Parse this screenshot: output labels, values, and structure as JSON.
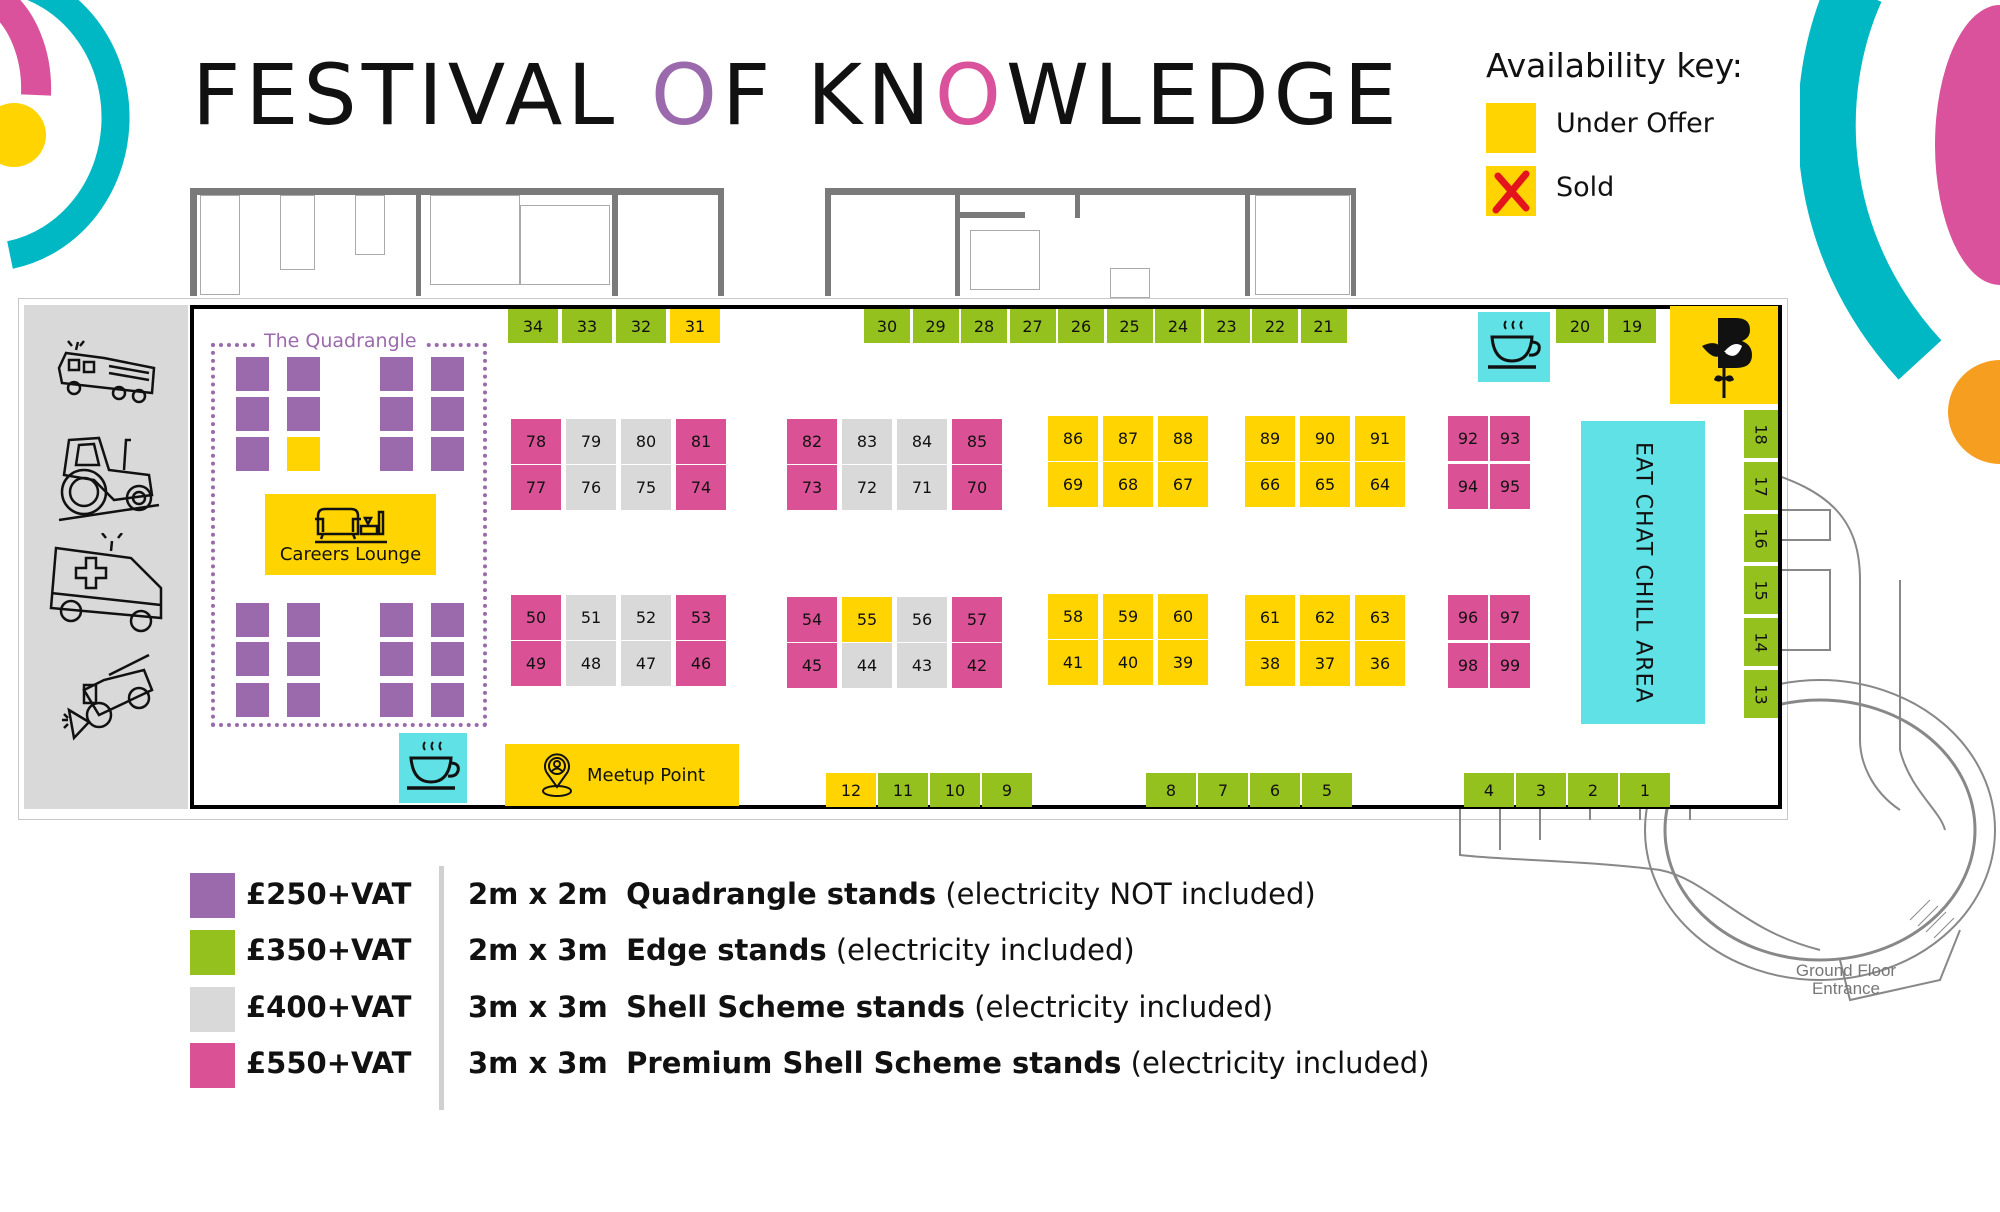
{
  "header": {
    "title_parts": [
      "FESTIVAL ",
      "O",
      "F KN",
      "O",
      "WLEDGE"
    ]
  },
  "availability_key": {
    "title": "Availability key:",
    "items": [
      {
        "label": "Under Offer",
        "color": "#ffd400",
        "icon": "yellow-square"
      },
      {
        "label": "Sold",
        "color": "#ffd400",
        "icon": "red-cross-icon"
      }
    ]
  },
  "colors": {
    "quadrangle": "#9b6aac",
    "edge": "#95c11f",
    "shell": "#d9d9d9",
    "premium": "#da5295",
    "under_offer": "#ffd400",
    "facility": "#5fe1e5",
    "sold_cross": "#e3141b",
    "deco_teal": "#00b8c4",
    "deco_pink": "#d9529b",
    "deco_orange": "#f59e1f"
  },
  "floorplan": {
    "quadrangle_label": "The Quadrangle",
    "careers_lounge": "Careers Lounge",
    "meetup_point": "Meetup Point",
    "eat_chat_chill": "EAT CHAT CHILL AREA",
    "ground_floor_entrance": [
      "Ground Floor",
      "Entrance"
    ],
    "vehicle_icons": [
      "fire-engine-icon",
      "tractor-icon",
      "ambulance-icon",
      "combine-harvester-icon"
    ],
    "stands": {
      "top_left_edge": [
        {
          "n": "34",
          "type": "edge"
        },
        {
          "n": "33",
          "type": "edge"
        },
        {
          "n": "32",
          "type": "edge"
        },
        {
          "n": "31",
          "type": "under_offer"
        }
      ],
      "top_middle_edge": [
        {
          "n": "30",
          "type": "edge"
        },
        {
          "n": "29",
          "type": "edge"
        },
        {
          "n": "28",
          "type": "edge"
        },
        {
          "n": "27",
          "type": "edge"
        },
        {
          "n": "26",
          "type": "edge"
        },
        {
          "n": "25",
          "type": "edge"
        },
        {
          "n": "24",
          "type": "edge"
        },
        {
          "n": "23",
          "type": "edge"
        },
        {
          "n": "22",
          "type": "edge"
        },
        {
          "n": "21",
          "type": "edge"
        }
      ],
      "top_right_edge": [
        {
          "n": "20",
          "type": "edge"
        },
        {
          "n": "19",
          "type": "edge"
        }
      ],
      "right_edge": [
        {
          "n": "18",
          "type": "edge"
        },
        {
          "n": "17",
          "type": "edge"
        },
        {
          "n": "16",
          "type": "edge"
        },
        {
          "n": "15",
          "type": "edge"
        },
        {
          "n": "14",
          "type": "edge"
        },
        {
          "n": "13",
          "type": "edge"
        }
      ],
      "bottom_edge_a": [
        {
          "n": "12",
          "type": "under_offer"
        },
        {
          "n": "11",
          "type": "edge"
        },
        {
          "n": "10",
          "type": "edge"
        },
        {
          "n": "9",
          "type": "edge"
        }
      ],
      "bottom_edge_b": [
        {
          "n": "8",
          "type": "edge"
        },
        {
          "n": "7",
          "type": "edge"
        },
        {
          "n": "6",
          "type": "edge"
        },
        {
          "n": "5",
          "type": "edge"
        }
      ],
      "bottom_edge_c": [
        {
          "n": "4",
          "type": "edge"
        },
        {
          "n": "3",
          "type": "edge"
        },
        {
          "n": "2",
          "type": "edge"
        },
        {
          "n": "1",
          "type": "edge"
        }
      ],
      "block_a_upper": [
        [
          "78",
          "79",
          "80",
          "81"
        ],
        [
          "77",
          "76",
          "75",
          "74"
        ]
      ],
      "block_b_upper": [
        [
          "82",
          "83",
          "84",
          "85"
        ],
        [
          "73",
          "72",
          "71",
          "70"
        ]
      ],
      "block_c_upper": [
        [
          "86",
          "87",
          "88"
        ],
        [
          "69",
          "68",
          "67"
        ]
      ],
      "block_d_upper": [
        [
          "89",
          "90",
          "91"
        ],
        [
          "66",
          "65",
          "64"
        ]
      ],
      "block_e_upper": [
        [
          "92",
          "93"
        ],
        [
          "94",
          "95"
        ]
      ],
      "block_a_lower": [
        [
          "50",
          "51",
          "52",
          "53"
        ],
        [
          "49",
          "48",
          "47",
          "46"
        ]
      ],
      "block_b_lower": [
        [
          "54",
          "55",
          "56",
          "57"
        ],
        [
          "45",
          "44",
          "43",
          "42"
        ]
      ],
      "block_c_lower": [
        [
          "58",
          "59",
          "60"
        ],
        [
          "41",
          "40",
          "39"
        ]
      ],
      "block_d_lower": [
        [
          "61",
          "62",
          "63"
        ],
        [
          "38",
          "37",
          "36"
        ]
      ],
      "block_e_lower": [
        [
          "96",
          "97"
        ],
        [
          "98",
          "99"
        ]
      ],
      "quadrangle_stands_count": 24,
      "quadrangle_under_offer_count": 1
    }
  },
  "price_legend": [
    {
      "price": "£250+VAT",
      "size": "2m x 2m",
      "name": "Quadrangle stands",
      "note": "(electricity NOT included)",
      "color": "#9b6aac"
    },
    {
      "price": "£350+VAT",
      "size": "2m x 3m",
      "name": "Edge stands",
      "note": "(electricity included)",
      "color": "#95c11f"
    },
    {
      "price": "£400+VAT",
      "size": "3m x 3m",
      "name": "Shell Scheme stands",
      "note": "(electricity included)",
      "color": "#d9d9d9"
    },
    {
      "price": "£550+VAT",
      "size": "3m x 3m",
      "name": "Premium Shell Scheme stands",
      "note": "(electricity included)",
      "color": "#da5295"
    }
  ]
}
